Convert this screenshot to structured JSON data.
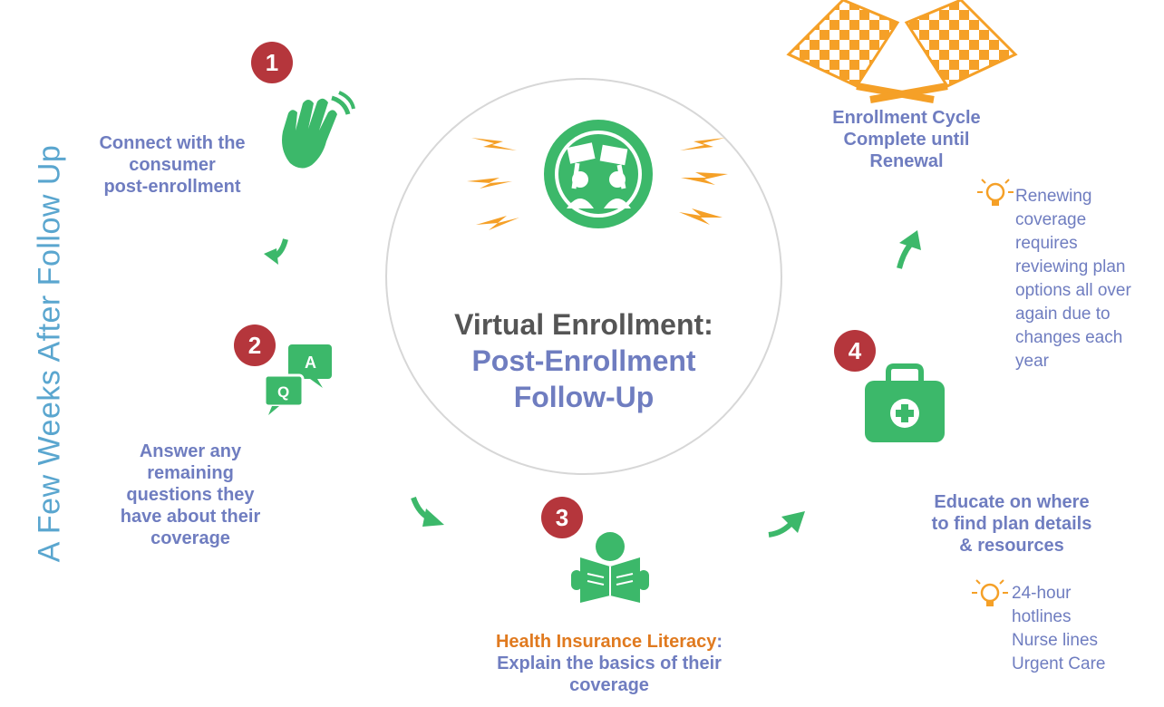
{
  "side_title": "A Few Weeks After Follow Up",
  "center": {
    "title_line1": "Virtual Enrollment:",
    "title_line2": "Post-Enrollment",
    "title_line3": "Follow-Up"
  },
  "steps": [
    {
      "number": "1",
      "icon": "waving-hand-icon",
      "lines": [
        "Connect with the",
        "consumer",
        "post-enrollment"
      ]
    },
    {
      "number": "2",
      "icon": "qa-chat-bubbles-icon",
      "lines": [
        "Answer any",
        "remaining",
        "questions they",
        "have about their",
        "coverage"
      ]
    },
    {
      "number": "3",
      "icon": "reading-person-icon",
      "highlight": "Health Insurance Literacy",
      "highlight_suffix": ":",
      "lines": [
        "Explain the basics of their",
        "coverage"
      ]
    },
    {
      "number": "4",
      "icon": "first-aid-kit-icon",
      "lines": [
        "Educate on where",
        "to find plan details",
        "& resources"
      ]
    }
  ],
  "completion": {
    "icon": "checkered-flags-icon",
    "lines": [
      "Enrollment Cycle",
      "Complete until",
      "Renewal"
    ]
  },
  "tips": {
    "renewal": [
      "Renewing",
      "coverage",
      "requires",
      "reviewing plan",
      "options all over",
      "again due to",
      "changes each",
      "year"
    ],
    "resources": [
      "24-hour",
      "hotlines",
      "Nurse lines",
      "Urgent Care"
    ]
  },
  "colors": {
    "green": "#3cb86a",
    "badge_red": "#b5363c",
    "orange": "#f5a027",
    "label_blue": "#6f7dc0",
    "side_blue": "#5aa6cf",
    "dark_gray": "#555555"
  }
}
